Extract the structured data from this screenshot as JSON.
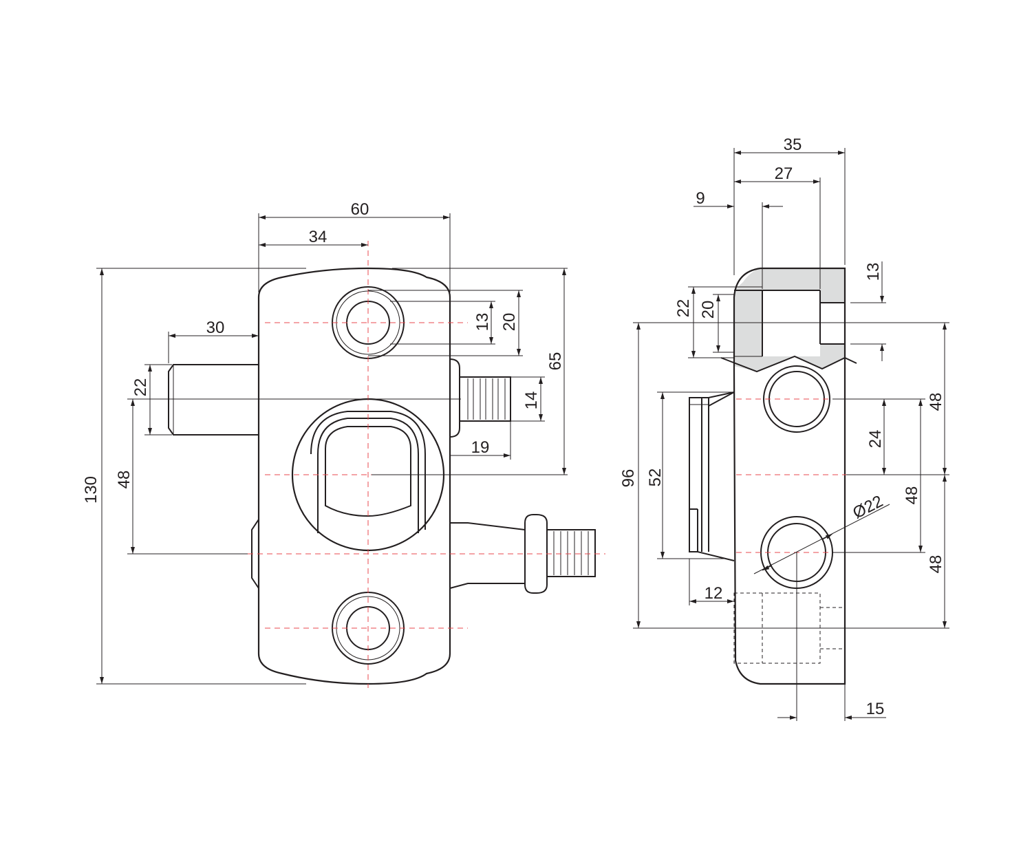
{
  "front_view": {
    "dimensions": {
      "overall_height": "130",
      "overall_width": "60",
      "width_to_axis": "34",
      "pin_length": "30",
      "pin_diameter": "22",
      "pin_to_lower_thread": "48",
      "hole_diameter": "13",
      "counterbore_diameter": "20",
      "top_hole_to_center": "65",
      "thread_diameter": "14",
      "thread_length": "19"
    }
  },
  "side_view": {
    "dimensions": {
      "overall_depth": "35",
      "counterbore_depth": "27",
      "step_depth": "9",
      "boss_outer": "22",
      "boss_inner": "20",
      "hole_diameter": "13",
      "upper_hole_to_center": "48",
      "upper_hole_to_mid": "24",
      "hole_spacing": "48",
      "lower_hole_to_bottom": "48",
      "hole_span": "96",
      "slot_height": "52",
      "bore_diameter": "Ø22",
      "flange_depth": "12",
      "bore_offset": "15"
    }
  },
  "colors": {
    "line": "#231f20",
    "centerline": "#e8474c",
    "shading": "#dcdddd"
  }
}
